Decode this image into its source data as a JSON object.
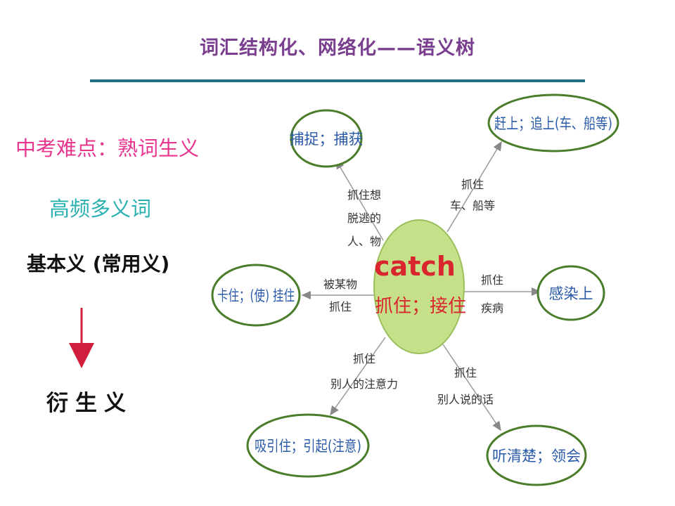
{
  "title": "词汇结构化、网络化——语义树",
  "side": {
    "line1": "中考难点：熟词生义",
    "line2": "高频多义词",
    "line3": "基本义 (常用义)",
    "line4": "衍生义"
  },
  "center": {
    "word": "catch",
    "meaning": "抓住；接住"
  },
  "nodes": {
    "top_left": "捕捉；捕获",
    "top_right": "赶上；追上(车、船等)",
    "left": "卡住；(使) 挂住",
    "right": "感染上",
    "bottom_left": "吸引住；引起(注意)",
    "bottom_right": "听清楚；领会"
  },
  "edges": {
    "top_left": [
      "抓住想",
      "脱逃的",
      "人、物"
    ],
    "top_right": [
      "抓住",
      "车、船等"
    ],
    "left": [
      "被某物",
      "抓住"
    ],
    "right": [
      "抓住",
      "疾病"
    ],
    "bottom_left": [
      "抓住",
      "别人的注意力"
    ],
    "bottom_right": [
      "抓住",
      "别人说的话"
    ]
  },
  "colors": {
    "title": "#7a3e8e",
    "node_border": "#4a7d2a",
    "node_text": "#2a5aa8",
    "center_fill": "#c6e08a",
    "center_text": "#d9262e",
    "arrow": "#d01f3c"
  }
}
